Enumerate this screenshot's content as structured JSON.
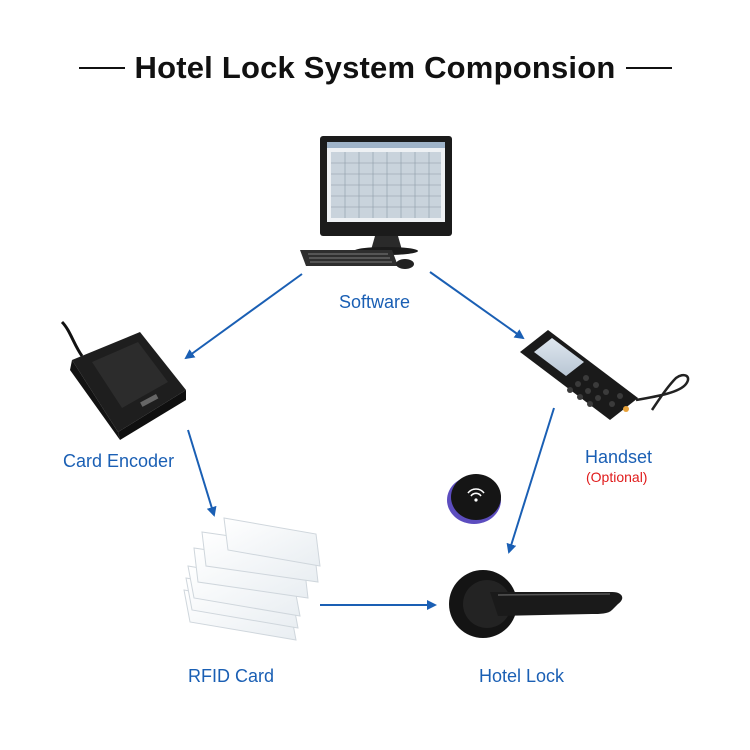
{
  "title": "Hotel Lock System Componsion",
  "nodes": {
    "software": {
      "label": "Software",
      "icon": "desktop-computer-icon"
    },
    "card_encoder": {
      "label": "Card Encoder",
      "icon": "card-encoder-icon"
    },
    "handset": {
      "label": "Handset",
      "sublabel": "(Optional)",
      "icon": "handset-icon"
    },
    "rfid_card": {
      "label": "RFID Card",
      "icon": "rfid-cards-icon"
    },
    "hotel_lock": {
      "label": "Hotel Lock",
      "icon": "lever-lock-icon"
    },
    "reader": {
      "icon": "wireless-reader-icon"
    }
  },
  "edges": [
    {
      "from": "Software",
      "to": "Card Encoder"
    },
    {
      "from": "Software",
      "to": "Handset"
    },
    {
      "from": "Card Encoder",
      "to": "RFID Card"
    },
    {
      "from": "Handset",
      "to": "Hotel Lock"
    },
    {
      "from": "RFID Card",
      "to": "Hotel Lock"
    }
  ],
  "colors": {
    "label": "#1a5fb4",
    "optional": "#e01b1b",
    "arrow": "#1a5fb4",
    "title": "#111111"
  }
}
